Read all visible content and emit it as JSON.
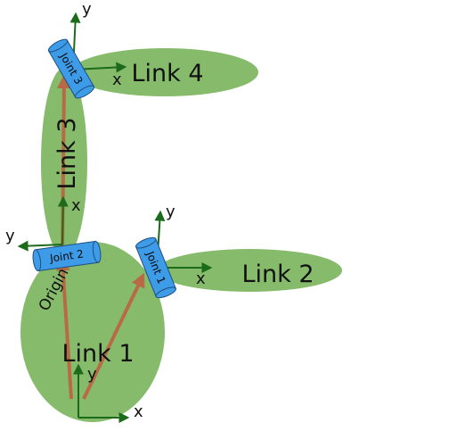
{
  "colors": {
    "link_fill": "#86bb6b",
    "joint_fill": "#3d9be8",
    "joint_stroke": "#1f4f7f",
    "axis": "#1b6b1b",
    "vector": "#b86a45"
  },
  "links": [
    {
      "label": "Link 1"
    },
    {
      "label": "Link 2"
    },
    {
      "label": "Link 3"
    },
    {
      "label": "Link 4"
    }
  ],
  "joints": [
    {
      "label": "Joint 1"
    },
    {
      "label": "Joint 2"
    },
    {
      "label": "Joint 3"
    }
  ],
  "axes": {
    "x": "x",
    "y": "y"
  },
  "origin_label": "Origin"
}
